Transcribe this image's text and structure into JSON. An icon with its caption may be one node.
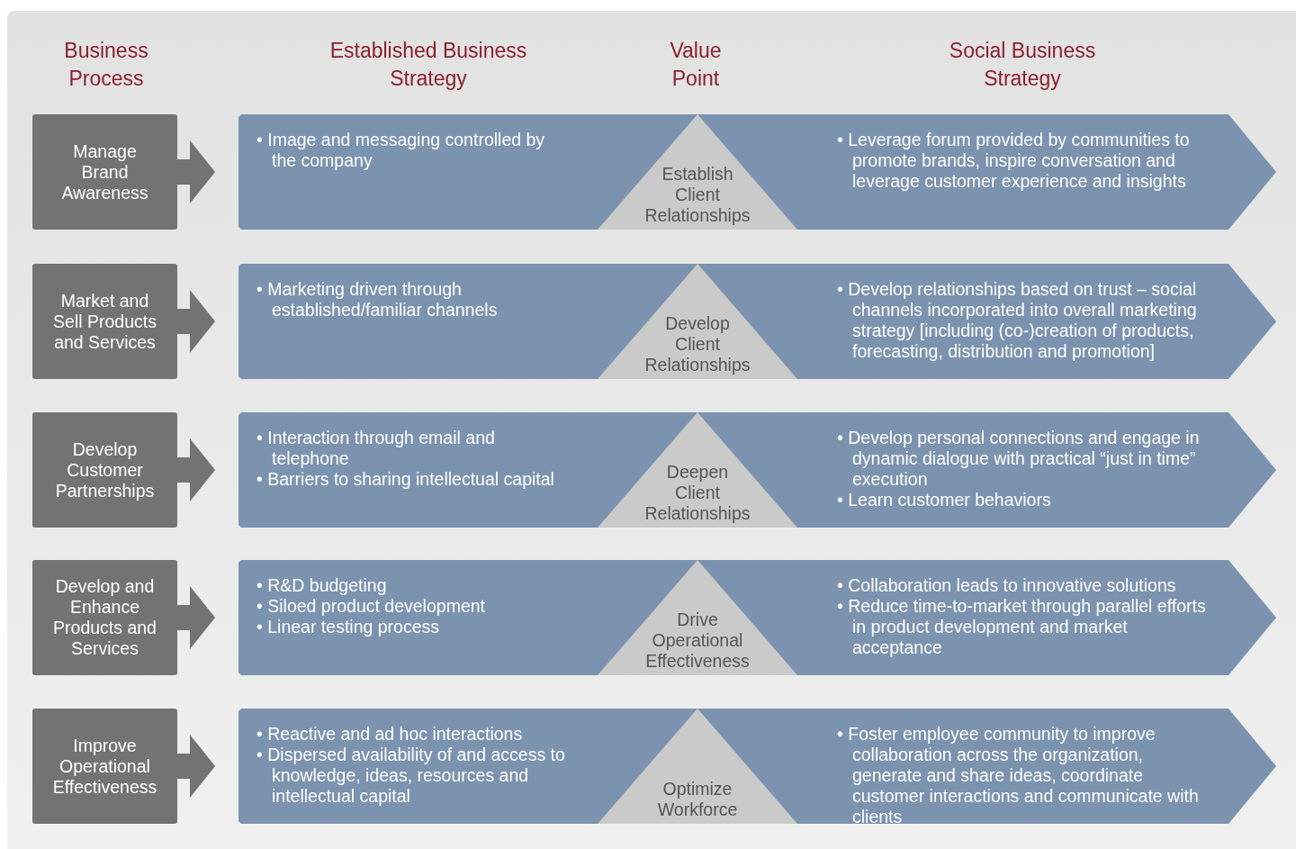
{
  "diagram": {
    "nodes": [
      {
        "text": [
          "Manage Brand Awareness"
        ]
      },
      {
        "text": [
          "• Image and messaging controlled by the company",
          "• Leverage forum provided by communities to promote brands, inspire conversation and leverage customer experience and insights"
        ]
      },
      {
        "text": [
          "Establish Client Relationships"
        ],
        "in": 1
      },
      {
        "text": [
          "Market and Sell Products and Services"
        ]
      },
      {
        "text": [
          "• Marketing driven through established/familiar channels",
          "• Develop relationships based on trust – social channels incorporated into overall marketing strategy [including (co-)creation of products, forecasting, distribution and promotion]"
        ]
      },
      {
        "text": [
          "Develop Client Relationships"
        ],
        "in": 4
      },
      {
        "text": [
          "Develop Customer Partnerships"
        ]
      },
      {
        "text": [
          "• Interaction through email and telephone",
          "• Barriers to sharing intellectual capital",
          "• Develop personal connections and engage in dynamic dialogue with practical “just in time” execution",
          "• Learn customer behaviors"
        ]
      },
      {
        "text": [
          "Deepen Client Relationships"
        ],
        "in": 7
      },
      {
        "text": [
          "Develop and Enhance Products and Services"
        ]
      },
      {
        "text": [
          "• R&D budgeting",
          "• Siloed product development",
          "• Linear testing process",
          "• Collaboration leads to innovative solutions",
          "• Reduce time-to-market through parallel efforts in product development and market acceptance"
        ]
      },
      {
        "text": [
          "Drive Operational Effectiveness"
        ],
        "in": 10
      },
      {
        "text": [
          "Improve Operational Effectiveness"
        ]
      },
      {
        "text": [
          "• Reactive and ad hoc interactions",
          "• Dispersed availability of and access to knowledge, ideas, resources and intellectual capital",
          "• Foster employee community to improve collaboration across the organization, generate and share ideas, coordinate customer interactions and communicate with clients"
        ]
      },
      {
        "text": [
          "Optimize Workforce"
        ],
        "in": 13
      }
    ],
    "edges": [
      {
        "from": 0,
        "to": 1,
        "arrow": "to"
      },
      {
        "from": 3,
        "to": 4,
        "arrow": "to"
      },
      {
        "from": 6,
        "to": 7,
        "arrow": "to"
      },
      {
        "from": 9,
        "to": 10,
        "arrow": "to"
      },
      {
        "from": 12,
        "to": 13,
        "arrow": "to"
      }
    ],
    "labels": [
      "Business Process",
      "Established Business Strategy",
      "Value Point",
      "Social Business Strategy"
    ]
  }
}
